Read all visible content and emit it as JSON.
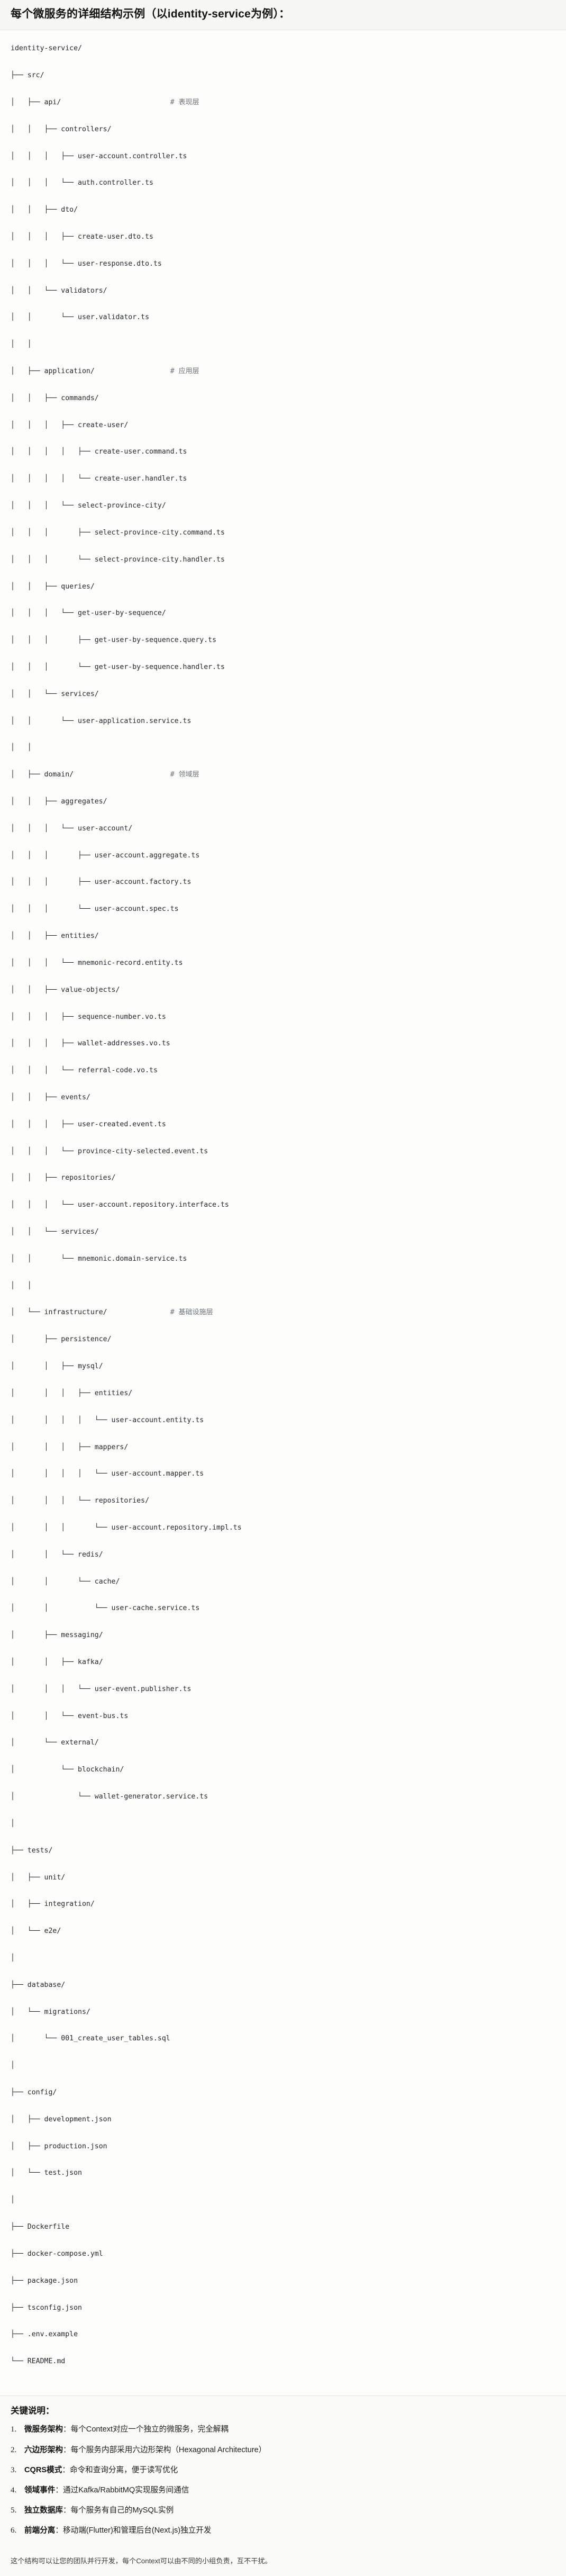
{
  "header": {
    "title": "每个微服务的详细结构示例（以identity-service为例）："
  },
  "tree": {
    "root": "identity-service/",
    "comments": {
      "api": "# 表现层",
      "application": "# 应用层",
      "domain": "# 领域层",
      "infrastructure": "# 基础设施层"
    },
    "lines": [
      "identity-service/",
      "├── src/",
      "│   ├── api/                          # 表现层",
      "│   │   ├── controllers/",
      "│   │   │   ├── user-account.controller.ts",
      "│   │   │   └── auth.controller.ts",
      "│   │   ├── dto/",
      "│   │   │   ├── create-user.dto.ts",
      "│   │   │   └── user-response.dto.ts",
      "│   │   └── validators/",
      "│   │       └── user.validator.ts",
      "│   │",
      "│   ├── application/                  # 应用层",
      "│   │   ├── commands/",
      "│   │   │   ├── create-user/",
      "│   │   │   │   ├── create-user.command.ts",
      "│   │   │   │   └── create-user.handler.ts",
      "│   │   │   └── select-province-city/",
      "│   │   │       ├── select-province-city.command.ts",
      "│   │   │       └── select-province-city.handler.ts",
      "│   │   ├── queries/",
      "│   │   │   └── get-user-by-sequence/",
      "│   │   │       ├── get-user-by-sequence.query.ts",
      "│   │   │       └── get-user-by-sequence.handler.ts",
      "│   │   └── services/",
      "│   │       └── user-application.service.ts",
      "│   │",
      "│   ├── domain/                       # 领域层",
      "│   │   ├── aggregates/",
      "│   │   │   └── user-account/",
      "│   │   │       ├── user-account.aggregate.ts",
      "│   │   │       ├── user-account.factory.ts",
      "│   │   │       └── user-account.spec.ts",
      "│   │   ├── entities/",
      "│   │   │   └── mnemonic-record.entity.ts",
      "│   │   ├── value-objects/",
      "│   │   │   ├── sequence-number.vo.ts",
      "│   │   │   ├── wallet-addresses.vo.ts",
      "│   │   │   └── referral-code.vo.ts",
      "│   │   ├── events/",
      "│   │   │   ├── user-created.event.ts",
      "│   │   │   └── province-city-selected.event.ts",
      "│   │   ├── repositories/",
      "│   │   │   └── user-account.repository.interface.ts",
      "│   │   └── services/",
      "│   │       └── mnemonic.domain-service.ts",
      "│   │",
      "│   └── infrastructure/               # 基础设施层",
      "│       ├── persistence/",
      "│       │   ├── mysql/",
      "│       │   │   ├── entities/",
      "│       │   │   │   └── user-account.entity.ts",
      "│       │   │   ├── mappers/",
      "│       │   │   │   └── user-account.mapper.ts",
      "│       │   │   └── repositories/",
      "│       │   │       └── user-account.repository.impl.ts",
      "│       │   └── redis/",
      "│       │       └── cache/",
      "│       │           └── user-cache.service.ts",
      "│       ├── messaging/",
      "│       │   ├── kafka/",
      "│       │   │   └── user-event.publisher.ts",
      "│       │   └── event-bus.ts",
      "│       └── external/",
      "│           └── blockchain/",
      "│               └── wallet-generator.service.ts",
      "│",
      "├── tests/",
      "│   ├── unit/",
      "│   ├── integration/",
      "│   └── e2e/",
      "│",
      "├── database/",
      "│   └── migrations/",
      "│       └── 001_create_user_tables.sql",
      "│",
      "├── config/",
      "│   ├── development.json",
      "│   ├── production.json",
      "│   └── test.json",
      "│",
      "├── Dockerfile",
      "├── docker-compose.yml",
      "├── package.json",
      "├── tsconfig.json",
      "├── .env.example",
      "└── README.md"
    ]
  },
  "notes": {
    "heading": "关键说明：",
    "items": [
      {
        "term": "微服务架构",
        "sep": "：",
        "desc": "每个Context对应一个独立的微服务，完全解耦"
      },
      {
        "term": "六边形架构",
        "sep": "：",
        "desc": "每个服务内部采用六边形架构（Hexagonal Architecture）"
      },
      {
        "term": "CQRS模式",
        "sep": "：",
        "desc": "命令和查询分离，便于读写优化"
      },
      {
        "term": "领域事件",
        "sep": "：",
        "desc": "通过Kafka/RabbitMQ实现服务间通信"
      },
      {
        "term": "独立数据库",
        "sep": "：",
        "desc": "每个服务有自己的MySQL实例"
      },
      {
        "term": "前端分离",
        "sep": "：",
        "desc": "移动端(Flutter)和管理后台(Next.js)独立开发"
      }
    ]
  },
  "footer": {
    "text": "这个结构可以让您的团队并行开发，每个Context可以由不同的小组负责，互不干扰。"
  }
}
